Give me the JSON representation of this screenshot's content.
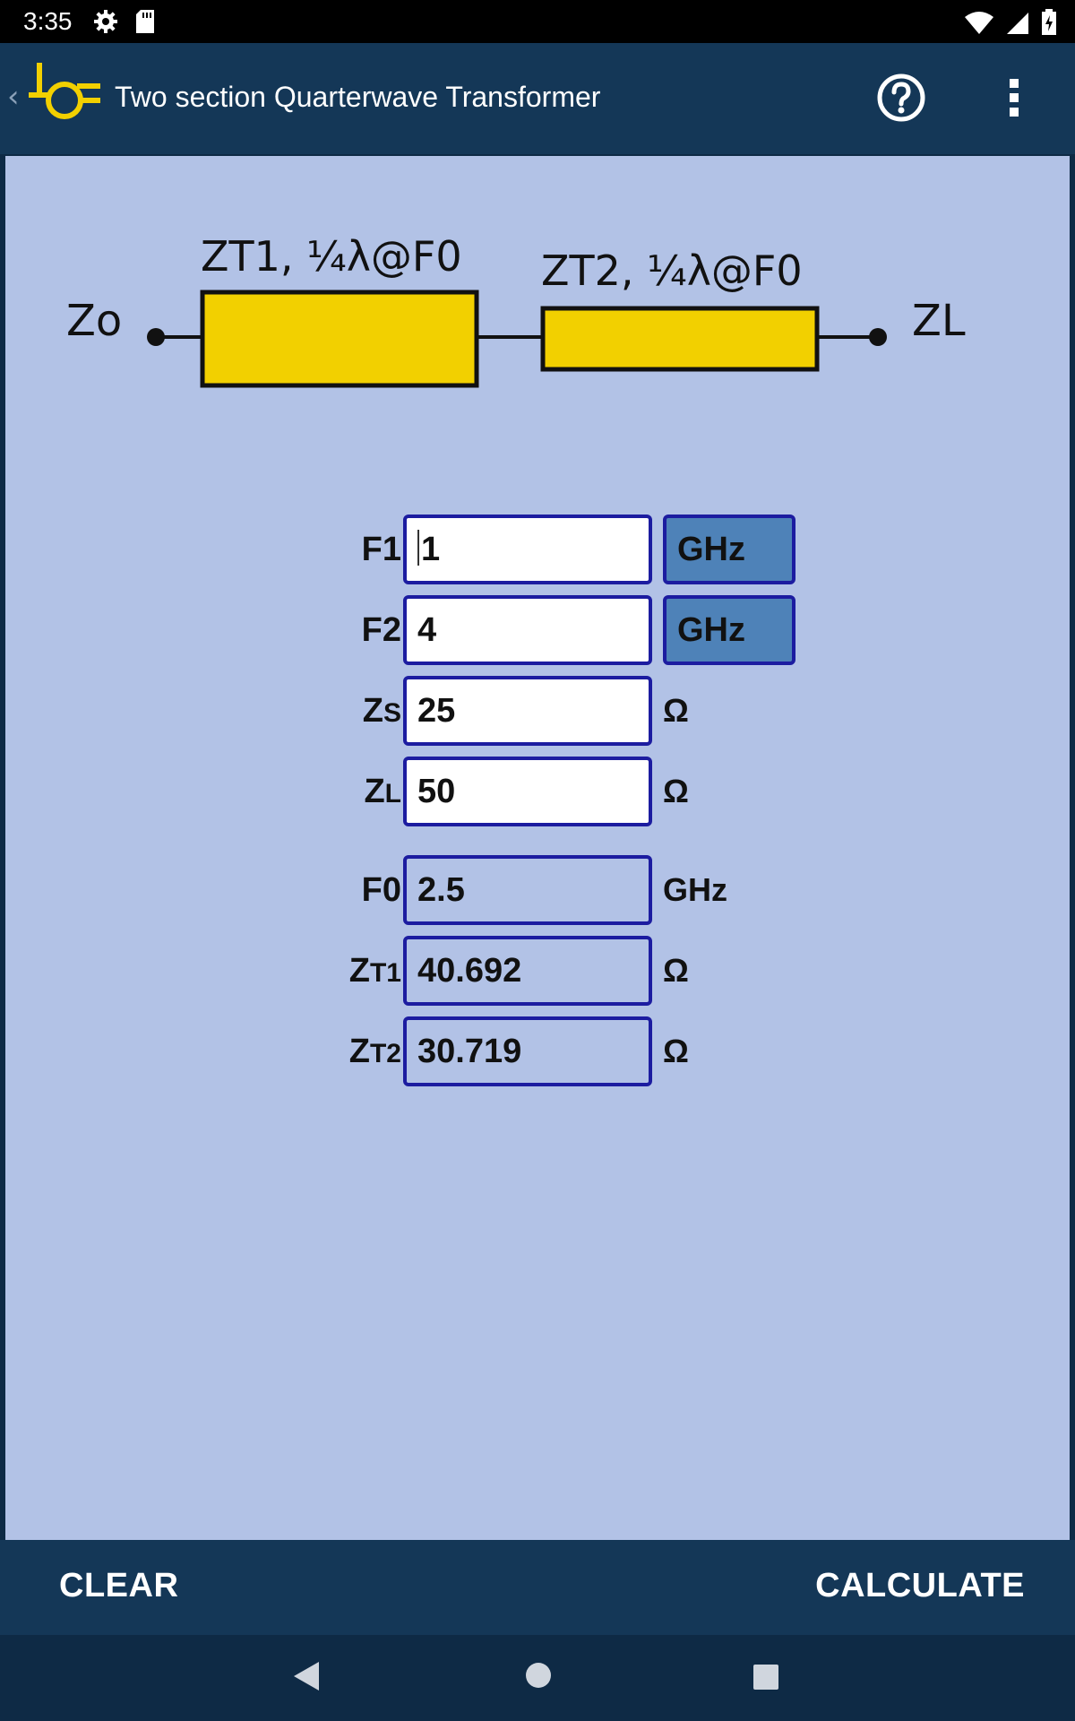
{
  "status_bar": {
    "time": "3:35",
    "icons": [
      "settings-icon",
      "sd-card-icon",
      "wifi-icon",
      "cell-signal-icon",
      "battery-icon"
    ]
  },
  "app_bar": {
    "title": "Two section Quarterwave Transformer",
    "icons": [
      "back-chevron-icon",
      "app-logo-icon",
      "help-icon",
      "overflow-menu-icon"
    ]
  },
  "diagram": {
    "source_label": "Zo",
    "section1_label": "ZT1, ¼λ@F0",
    "section2_label": "ZT2, ¼λ@F0",
    "load_label": "ZL",
    "section_color": "#f2d000"
  },
  "form": {
    "inputs": [
      {
        "label_main": "F1",
        "label_sub": "",
        "value": "1",
        "unit": "GHz",
        "unit_is_button": true
      },
      {
        "label_main": "F2",
        "label_sub": "",
        "value": "4",
        "unit": "GHz",
        "unit_is_button": true
      },
      {
        "label_main": "Z",
        "label_sub": "S",
        "value": "25",
        "unit": "Ω",
        "unit_is_button": false
      },
      {
        "label_main": "Z",
        "label_sub": "L",
        "value": "50",
        "unit": "Ω",
        "unit_is_button": false
      }
    ],
    "outputs": [
      {
        "label_main": "F0",
        "label_sub": "",
        "value": "2.5",
        "unit": "GHz"
      },
      {
        "label_main": "Z",
        "label_sub": "T1",
        "value": "40.692",
        "unit": "Ω"
      },
      {
        "label_main": "Z",
        "label_sub": "T2",
        "value": "30.719",
        "unit": "Ω"
      }
    ]
  },
  "actions": {
    "clear_label": "CLEAR",
    "calculate_label": "CALCULATE"
  },
  "colors": {
    "app_bar": "#143757",
    "content_bg": "#b2c2e6",
    "field_border": "#1c1ca0",
    "unit_button": "#4e82b8",
    "logo": "#f2d000"
  }
}
